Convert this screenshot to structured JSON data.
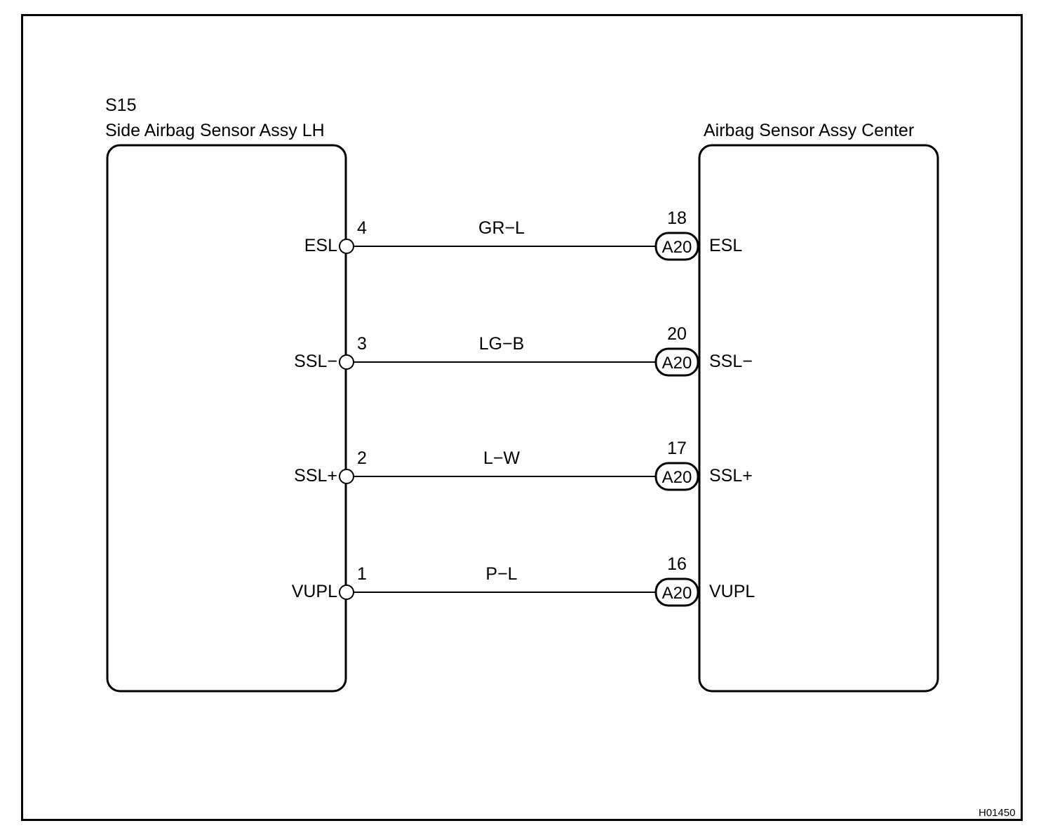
{
  "left_component": {
    "code": "S15",
    "name": "Side Airbag Sensor Assy LH"
  },
  "right_component": {
    "name": "Airbag Sensor Assy Center"
  },
  "figure_code": "H01450",
  "circuits": [
    {
      "left_pin": "4",
      "left_signal": "ESL",
      "wire_color": "GR−L",
      "right_pin": "18",
      "connector": "A20",
      "right_signal": "ESL"
    },
    {
      "left_pin": "3",
      "left_signal": "SSL−",
      "wire_color": "LG−B",
      "right_pin": "20",
      "connector": "A20",
      "right_signal": "SSL−"
    },
    {
      "left_pin": "2",
      "left_signal": "SSL+",
      "wire_color": "L−W",
      "right_pin": "17",
      "connector": "A20",
      "right_signal": "SSL+"
    },
    {
      "left_pin": "1",
      "left_signal": "VUPL",
      "wire_color": "P−L",
      "right_pin": "16",
      "connector": "A20",
      "right_signal": "VUPL"
    }
  ]
}
